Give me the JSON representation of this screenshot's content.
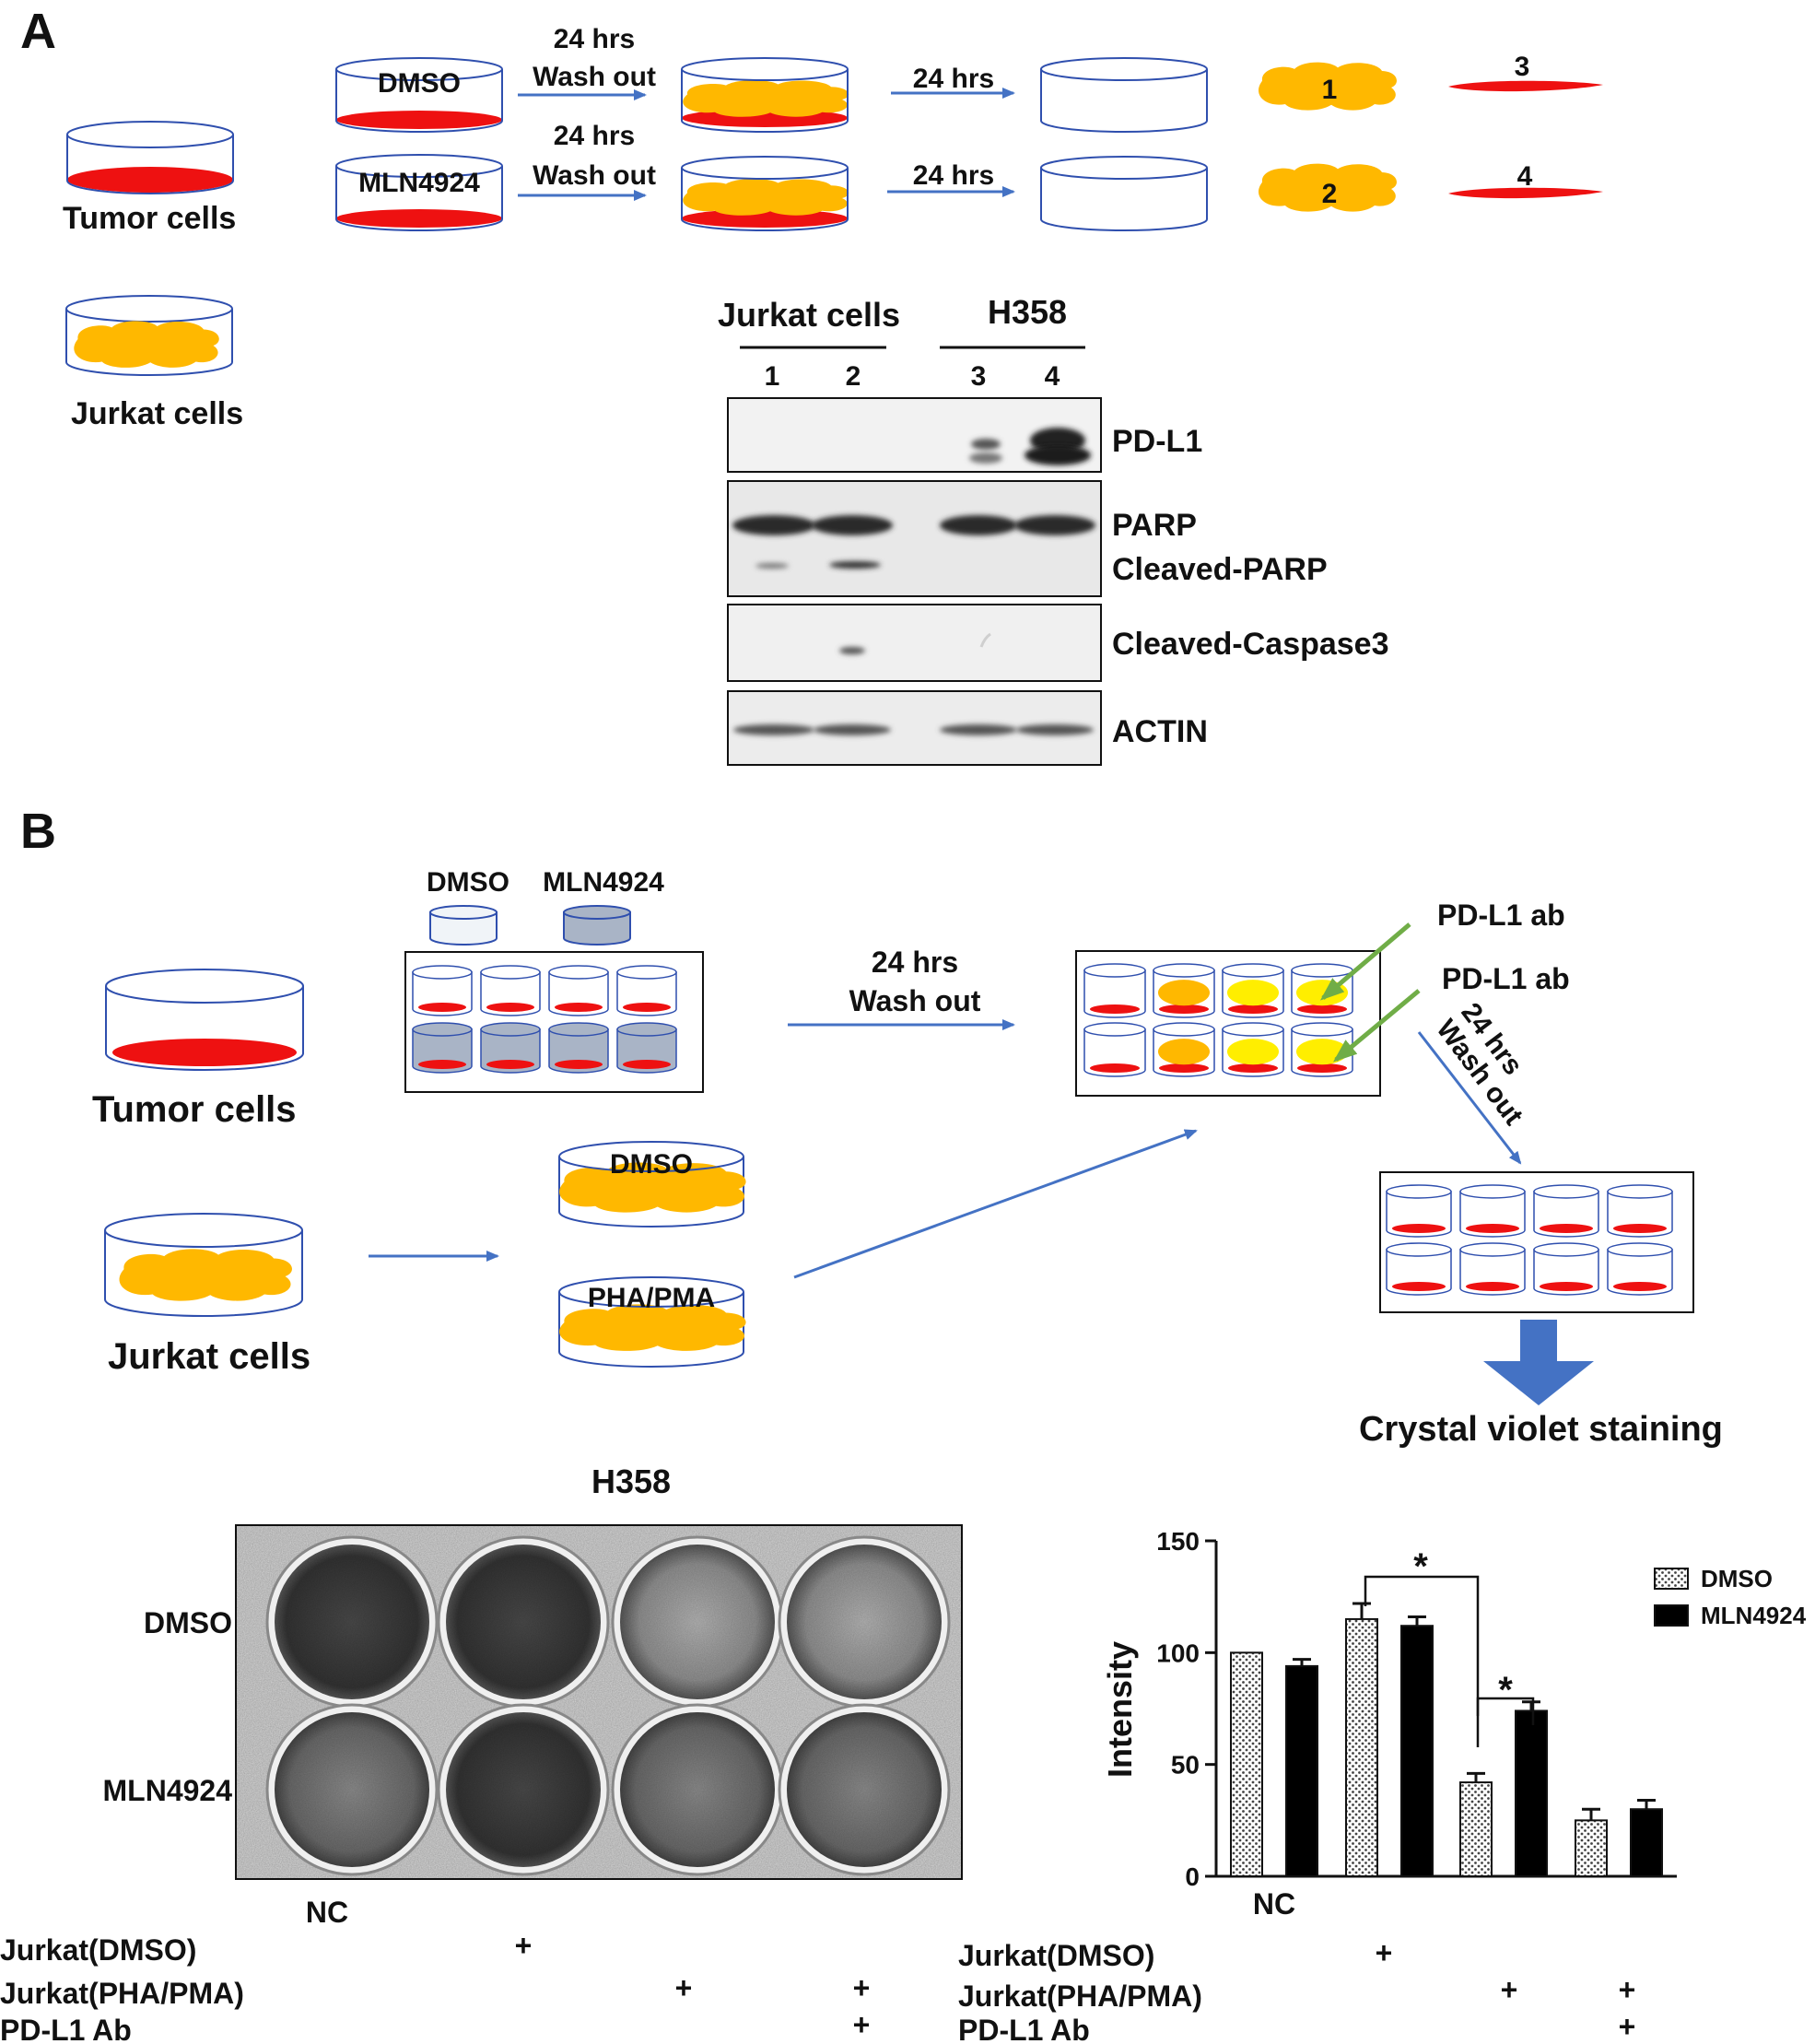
{
  "panel_a": {
    "letter": "A",
    "left": {
      "tumor_label": "Tumor cells",
      "jurkat_label": "Jurkat cells"
    },
    "rows": [
      {
        "treatment": "DMSO",
        "step1_line1": "24 hrs",
        "step1_line2": "Wash out",
        "step2": "24 hrs",
        "jurkat_lane": "1",
        "tumor_lane": "3"
      },
      {
        "treatment": "MLN4924",
        "step1_line1": "24 hrs",
        "step1_line2": "Wash out",
        "step2": "24 hrs",
        "jurkat_lane": "2",
        "tumor_lane": "4"
      }
    ],
    "blot": {
      "group1": "Jurkat cells",
      "group2": "H358",
      "lanes": [
        "1",
        "2",
        "3",
        "4"
      ],
      "panels": [
        {
          "labels": [
            "PD-L1"
          ]
        },
        {
          "labels": [
            "PARP",
            "Cleaved-PARP"
          ]
        },
        {
          "labels": [
            "Cleaved-Caspase3"
          ]
        },
        {
          "labels": [
            "ACTIN"
          ]
        }
      ]
    }
  },
  "panel_b": {
    "letter": "B",
    "tumor_label": "Tumor cells",
    "jurkat_label": "Jurkat cells",
    "drug_dmso": "DMSO",
    "drug_mln": "MLN4924",
    "step1_line1": "24 hrs",
    "step1_line2": "Wash out",
    "jurkat_dmso": "DMSO",
    "jurkat_pha": "PHA/PMA",
    "ab_label_1": "PD-L1 ab",
    "ab_label_2": "PD-L1 ab",
    "step2_line1": "24 hrs",
    "step2_line2": "Wash out",
    "staining": "Crystal violet staining",
    "plate_title": "H358",
    "plate_rows": [
      "DMSO",
      "MLN4924"
    ],
    "nc_label": "NC",
    "condition_table": {
      "rows": [
        {
          "label": "Jurkat(DMSO)",
          "marks": [
            "",
            "+",
            "",
            ""
          ]
        },
        {
          "label": "Jurkat(PHA/PMA)",
          "marks": [
            "",
            "",
            "+",
            "+"
          ]
        },
        {
          "label": "PD-L1 Ab",
          "marks": [
            "",
            "",
            "",
            "+"
          ]
        }
      ]
    }
  },
  "colors": {
    "tumor_red": "#ee1111",
    "jurkat_orange": "#ffb800",
    "activated_yellow": "#ffee00",
    "arrow_blue": "#4472c4",
    "antibody_green": "#70ad47",
    "dish_outline": "#2f4fae",
    "mln_dish_fill": "#a9b4c6"
  },
  "chart_data": {
    "type": "bar",
    "categories": [
      "NC",
      "Jurkat(DMSO)",
      "Jurkat(PHA/PMA)",
      "Jurkat(PHA/PMA) + PD-L1 Ab"
    ],
    "category_tick_labels": [
      "NC",
      "",
      "",
      ""
    ],
    "series": [
      {
        "name": "DMSO",
        "values": [
          100,
          115,
          42,
          25
        ],
        "errors": [
          0,
          7,
          4,
          5
        ],
        "pattern": "dotted"
      },
      {
        "name": "MLN4924",
        "values": [
          94,
          112,
          74,
          30
        ],
        "errors": [
          3,
          4,
          4,
          4
        ],
        "pattern": "solid-black"
      }
    ],
    "ylabel": "Intensity",
    "xlabel": "",
    "ylim": [
      0,
      150
    ],
    "yticks": [
      0,
      50,
      100,
      150
    ],
    "legend_position": "top-right",
    "significance": [
      {
        "label": "*",
        "between": "Jurkat(DMSO) DMSO vs Jurkat(PHA/PMA) DMSO"
      },
      {
        "label": "*",
        "between": "Jurkat(PHA/PMA) DMSO vs Jurkat(PHA/PMA) MLN4924"
      }
    ],
    "condition_table": {
      "rows": [
        {
          "label": "Jurkat(DMSO)",
          "marks": [
            "",
            "+",
            "",
            ""
          ]
        },
        {
          "label": "Jurkat(PHA/PMA)",
          "marks": [
            "",
            "",
            "+",
            "+"
          ]
        },
        {
          "label": "PD-L1 Ab",
          "marks": [
            "",
            "",
            "",
            "+"
          ]
        }
      ]
    }
  }
}
